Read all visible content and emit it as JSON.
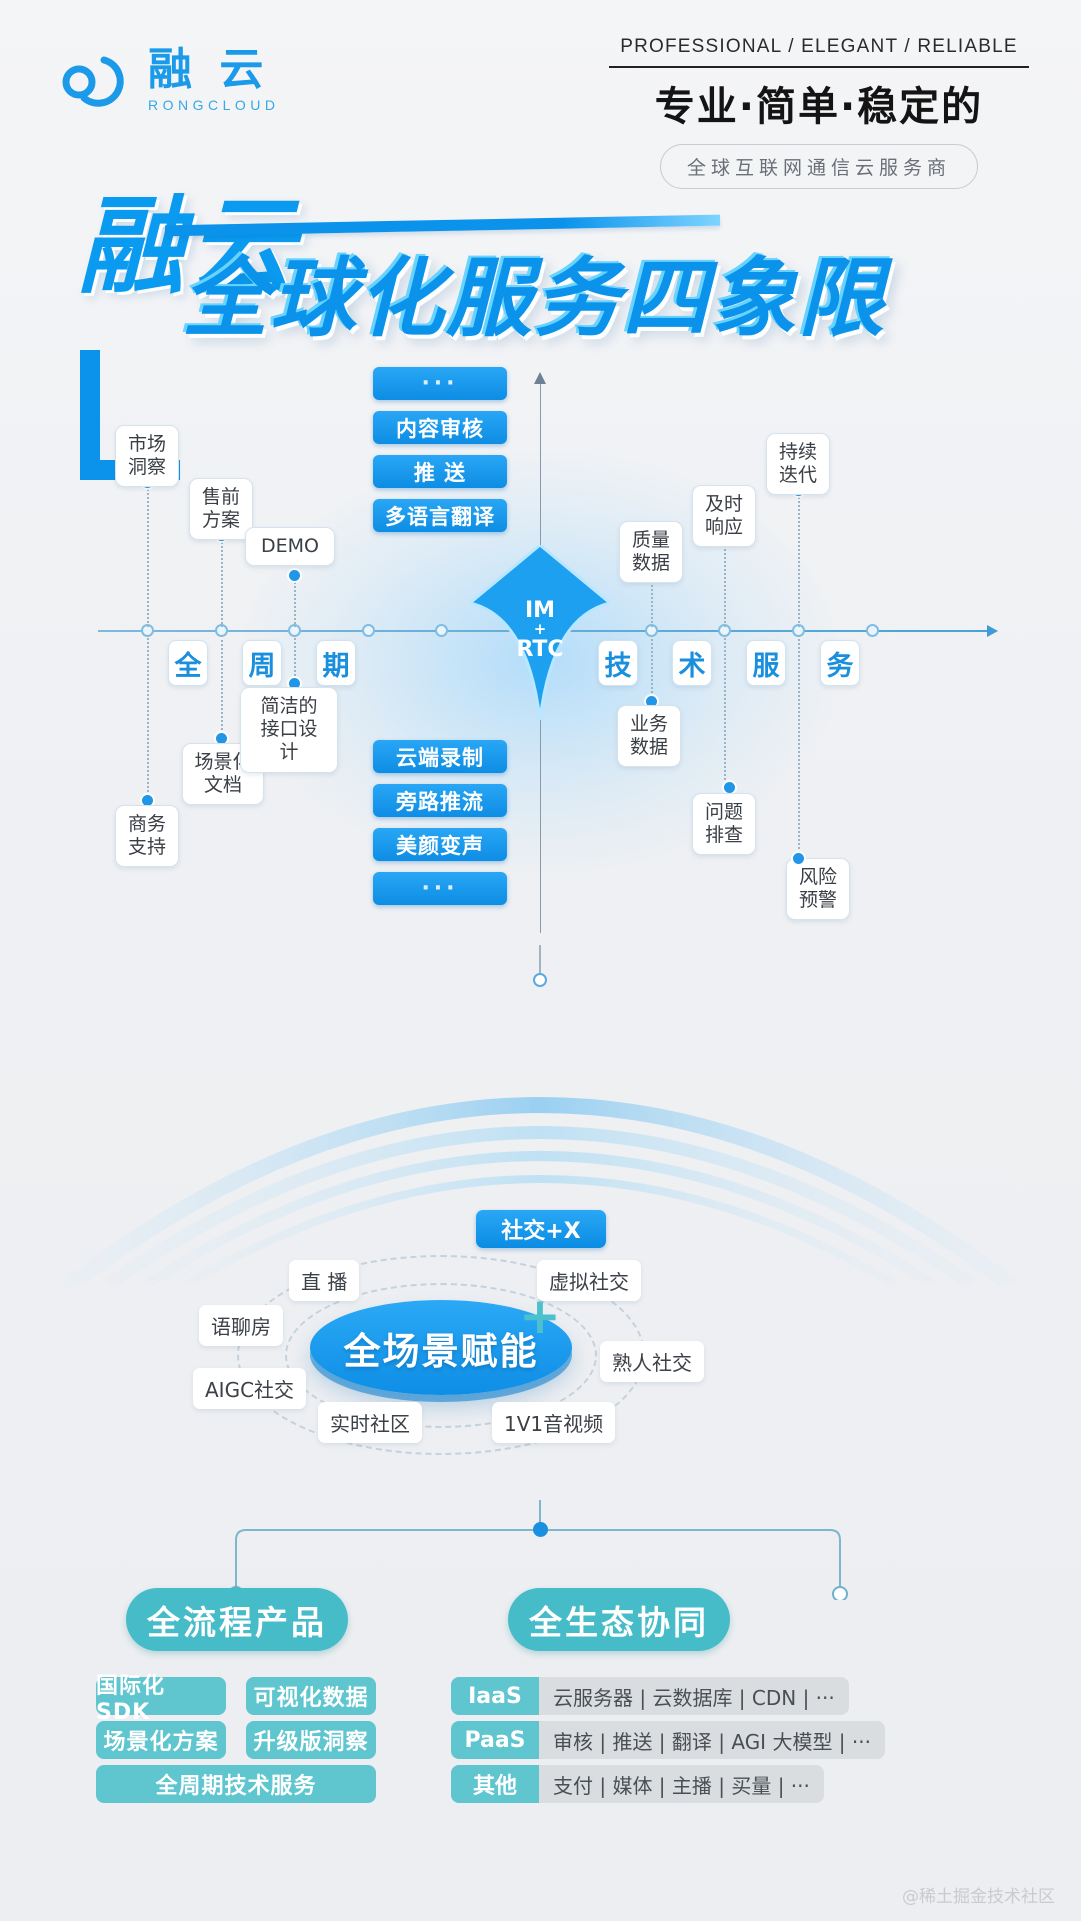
{
  "header": {
    "brand_zh": "融 云",
    "brand_en": "RONGCLOUD",
    "tagline_en": "PROFESSIONAL / ELEGANT / RELIABLE",
    "tagline_zh": "专业·简单·稳定的",
    "badge": "全球互联网通信云服务商"
  },
  "title": {
    "line1": "融云",
    "line2": "全球化服务四象限"
  },
  "quadrant": {
    "center": {
      "line1": "IM",
      "plus": "+",
      "line2": "RTC"
    },
    "axis_left_letters": [
      "全",
      "周",
      "期"
    ],
    "axis_right_letters": [
      "技",
      "术",
      "服",
      "务"
    ],
    "top_bars": [
      "···",
      "内容审核",
      "推 送",
      "多语言翻译"
    ],
    "bottom_bars": [
      "云端录制",
      "旁路推流",
      "美颜变声",
      "···"
    ],
    "nodes_upper_left": [
      {
        "text": "市场\n洞察"
      },
      {
        "text": "售前\n方案"
      },
      {
        "text": "DEMO"
      }
    ],
    "nodes_upper_right": [
      {
        "text": "质量\n数据"
      },
      {
        "text": "及时\n响应"
      },
      {
        "text": "持续\n迭代"
      }
    ],
    "nodes_lower_left": [
      {
        "text": "商务\n支持"
      },
      {
        "text": "场景化\n文档"
      },
      {
        "text": "简洁的\n接口设计"
      }
    ],
    "nodes_lower_right": [
      {
        "text": "业务\n数据"
      },
      {
        "text": "问题\n排查"
      },
      {
        "text": "风险\n预警"
      }
    ]
  },
  "scene": {
    "social_tag": "社交+X",
    "center_label": "全场景赋能",
    "tags": [
      {
        "text": "直 播"
      },
      {
        "text": "虚拟社交"
      },
      {
        "text": "语聊房"
      },
      {
        "text": "熟人社交"
      },
      {
        "text": "AIGC社交"
      },
      {
        "text": "实时社区"
      },
      {
        "text": "1V1音视频"
      }
    ]
  },
  "bottom": {
    "pill_left": "全流程产品",
    "pill_right": "全生态协同",
    "plus": "+",
    "product_tags": [
      "国际化 SDK",
      "可视化数据",
      "场景化方案",
      "升级版洞察",
      "全周期技术服务"
    ],
    "eco_rows": [
      {
        "key": "IaaS",
        "value": "云服务器 | 云数据库 | CDN | ···"
      },
      {
        "key": "PaaS",
        "value": "审核 | 推送 | 翻译 | AGI 大模型 | ···"
      },
      {
        "key": "其他",
        "value": "支付 | 媒体 | 主播 | 买量 | ···"
      }
    ]
  },
  "footer": {
    "watermark": "@稀土掘金技术社区"
  },
  "colors": {
    "brand_blue": "#0b93ec",
    "accent_cyan": "#5fc5cf",
    "pill_teal": "#47bcc9",
    "node_text": "#3a3f45"
  }
}
